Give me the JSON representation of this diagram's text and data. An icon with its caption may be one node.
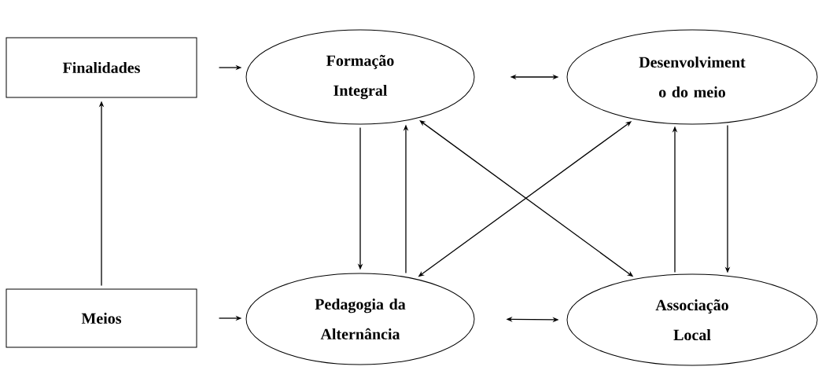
{
  "diagram": {
    "nodes": [
      {
        "text": [
          "Finalidades"
        ]
      },
      {
        "text": [
          "Formação Integral"
        ]
      },
      {
        "text": [
          "Desenvolviment o do meio"
        ]
      },
      {
        "text": [
          "Meios"
        ]
      },
      {
        "text": [
          "Pedagogia da Alternância"
        ]
      },
      {
        "text": [
          "Associação Local"
        ]
      }
    ],
    "edges": [
      {
        "from": 0,
        "to": 1,
        "arrow": "to"
      },
      {
        "from": 1,
        "to": 2,
        "arrow": "both"
      },
      {
        "from": 3,
        "to": 0,
        "arrow": "to"
      },
      {
        "from": 3,
        "to": 4,
        "arrow": "to"
      },
      {
        "from": 4,
        "to": 5,
        "arrow": "both"
      },
      {
        "from": 1,
        "to": 4,
        "arrow": "to"
      },
      {
        "from": 4,
        "to": 1,
        "arrow": "to"
      },
      {
        "from": 5,
        "to": 2,
        "arrow": "to"
      },
      {
        "from": 2,
        "to": 5,
        "arrow": "to"
      },
      {
        "from": 1,
        "to": 5,
        "arrow": "both"
      },
      {
        "from": 2,
        "to": 4,
        "arrow": "both"
      }
    ]
  }
}
